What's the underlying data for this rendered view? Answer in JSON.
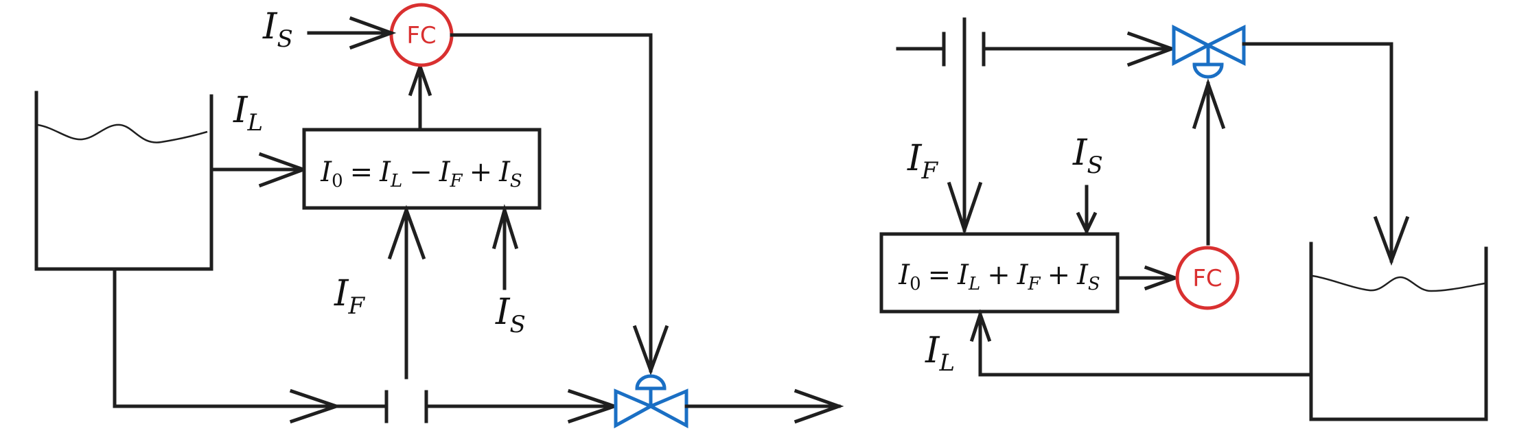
{
  "left_diagram": {
    "equation": {
      "I0": "I",
      "I0_sub": "0",
      "eq": "=",
      "IL": "I",
      "IL_sub": "L",
      "op1": "−",
      "IF": "I",
      "IF_sub": "F",
      "op2": "+",
      "IS": "I",
      "IS_sub": "S"
    },
    "controller_label": "FC",
    "label_IS_top": {
      "main": "I",
      "sub": "S"
    },
    "label_IL": {
      "main": "I",
      "sub": "L"
    },
    "label_IF": {
      "main": "I",
      "sub": "F"
    },
    "label_IS_bottom": {
      "main": "I",
      "sub": "S"
    }
  },
  "right_diagram": {
    "equation": {
      "I0": "I",
      "I0_sub": "0",
      "eq": "=",
      "IL": "I",
      "IL_sub": "L",
      "op1": "+",
      "IF": "I",
      "IF_sub": "F",
      "op2": "+",
      "IS": "I",
      "IS_sub": "S"
    },
    "controller_label": "FC",
    "label_IF": {
      "main": "I",
      "sub": "F"
    },
    "label_IS": {
      "main": "I",
      "sub": "S"
    },
    "label_IL": {
      "main": "I",
      "sub": "L"
    }
  },
  "colors": {
    "line": "#1f1f1f",
    "controller": "#d93030",
    "valve": "#1a6fc4"
  }
}
